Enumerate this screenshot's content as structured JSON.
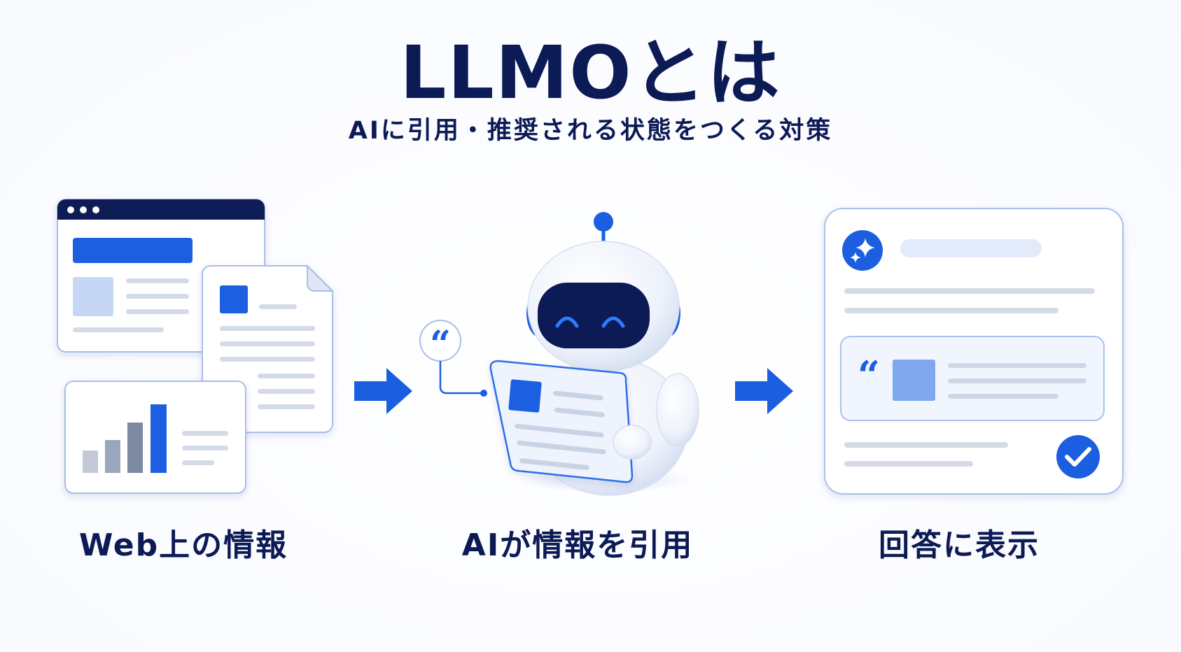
{
  "title": "LLMOとは",
  "subtitle": "AIに引用・推奨される状態をつくる対策",
  "steps": [
    {
      "label": "Web上の情報",
      "icon": "web-documents-icon"
    },
    {
      "label": "AIが情報を引用",
      "icon": "ai-robot-icon"
    },
    {
      "label": "回答に表示",
      "icon": "ai-answer-card-icon"
    }
  ],
  "quote_glyph": "“",
  "colors": {
    "navy": "#0c1a55",
    "accent_blue": "#1b5fe0",
    "light_blue": "#c6d7f6",
    "line_gray": "#d5dbe6",
    "bar_gray_light": "#c3c9d6",
    "bar_gray_mid": "#9aa6bb",
    "bar_gray_dark": "#7d8aa3"
  }
}
